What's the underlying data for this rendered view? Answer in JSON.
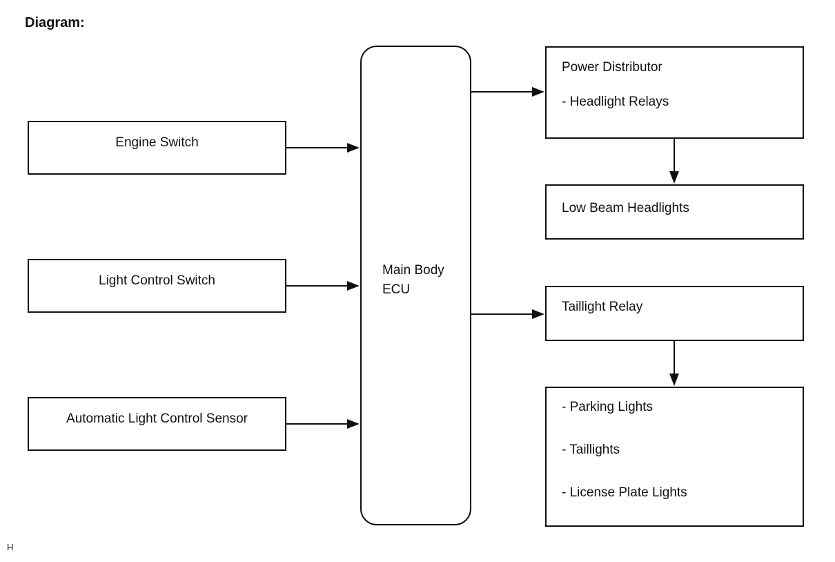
{
  "page": {
    "title": "Diagram:",
    "footer": "H"
  },
  "diagram": {
    "inputs": [
      {
        "label": "Engine Switch"
      },
      {
        "label": "Light Control Switch"
      },
      {
        "label": "Automatic Light Control Sensor"
      }
    ],
    "ecu": {
      "label": "Main Body ECU"
    },
    "power_distributor": {
      "line1": "Power Distributor",
      "line2": "- Headlight Relays"
    },
    "low_beam": {
      "label": "Low Beam Headlights"
    },
    "taillight_relay": {
      "label": "Taillight Relay"
    },
    "rear_lights": {
      "line1": "- Parking Lights",
      "line2": "- Taillights",
      "line3": "- License Plate Lights"
    }
  }
}
